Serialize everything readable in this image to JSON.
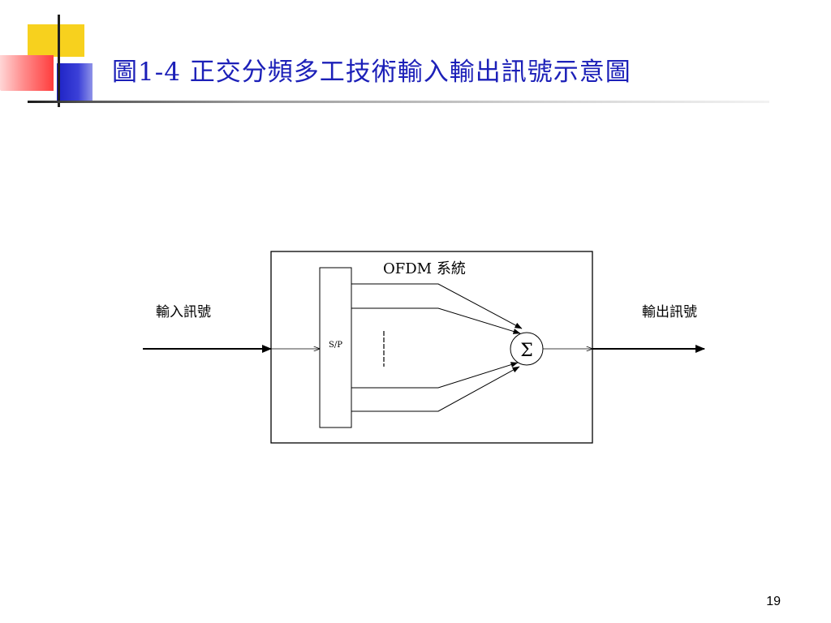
{
  "slide": {
    "title": "圖1-4 正交分頻多工技術輸入輸出訊號示意圖",
    "page_number": "19"
  },
  "diagram": {
    "system_label": "OFDM 系統",
    "input_label": "輸入訊號",
    "output_label": "輸出訊號",
    "sp_block_label": "S/P",
    "sum_symbol": "Σ"
  },
  "colors": {
    "title": "#1c20b8",
    "accent_yellow": "#f7d11e",
    "accent_red": "#ff3d3d",
    "accent_blue": "#1d22c4"
  }
}
